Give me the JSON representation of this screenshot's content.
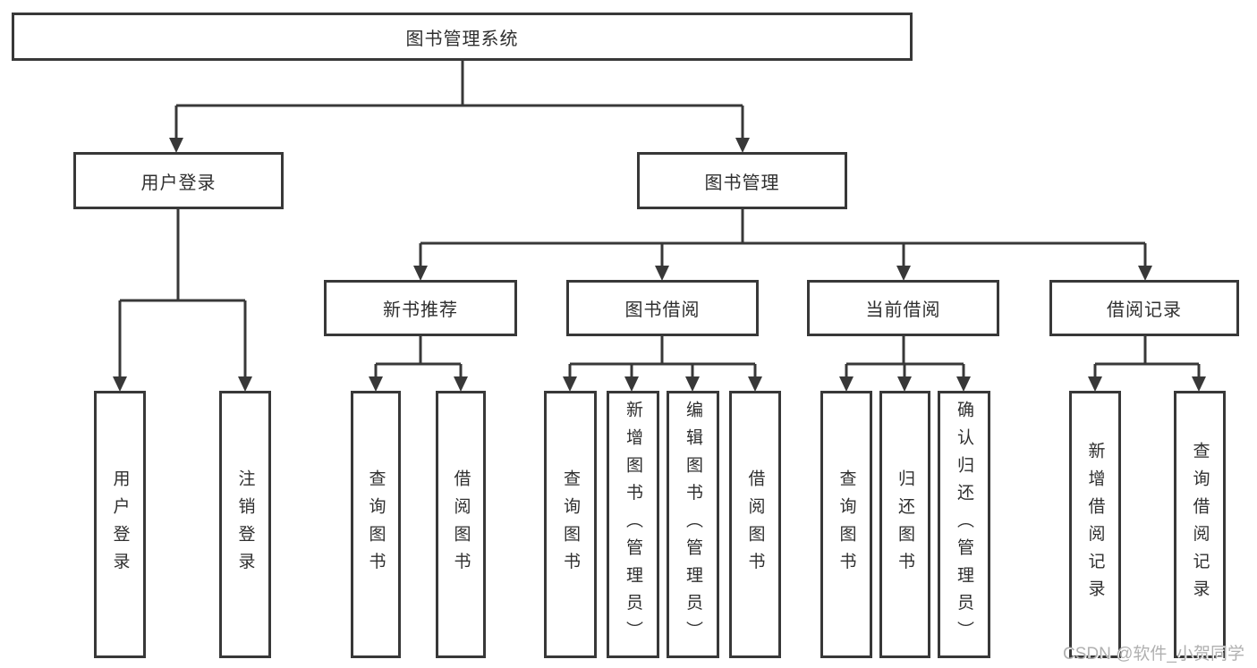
{
  "watermark": "CSDN @软件_小贺同学",
  "colors": {
    "line": "#383838",
    "box_border": "#383838",
    "text": "#2f2f2f",
    "watermark": "#b0b0b0",
    "background": "#ffffff"
  },
  "tree": {
    "label": "图书管理系统",
    "children": [
      {
        "label": "用户登录",
        "children": [
          {
            "label": "用户登录"
          },
          {
            "label": "注销登录"
          }
        ]
      },
      {
        "label": "图书管理",
        "children": [
          {
            "label": "新书推荐",
            "children": [
              {
                "label": "查询图书"
              },
              {
                "label": "借阅图书"
              }
            ]
          },
          {
            "label": "图书借阅",
            "children": [
              {
                "label": "查询图书"
              },
              {
                "label": "新增图书（管理员）"
              },
              {
                "label": "编辑图书（管理员）"
              },
              {
                "label": "借阅图书"
              }
            ]
          },
          {
            "label": "当前借阅",
            "children": [
              {
                "label": "查询图书"
              },
              {
                "label": "归还图书"
              },
              {
                "label": "确认归还（管理员）"
              }
            ]
          },
          {
            "label": "借阅记录",
            "children": [
              {
                "label": "新增借阅记录"
              },
              {
                "label": "查询借阅记录"
              }
            ]
          }
        ]
      }
    ]
  }
}
